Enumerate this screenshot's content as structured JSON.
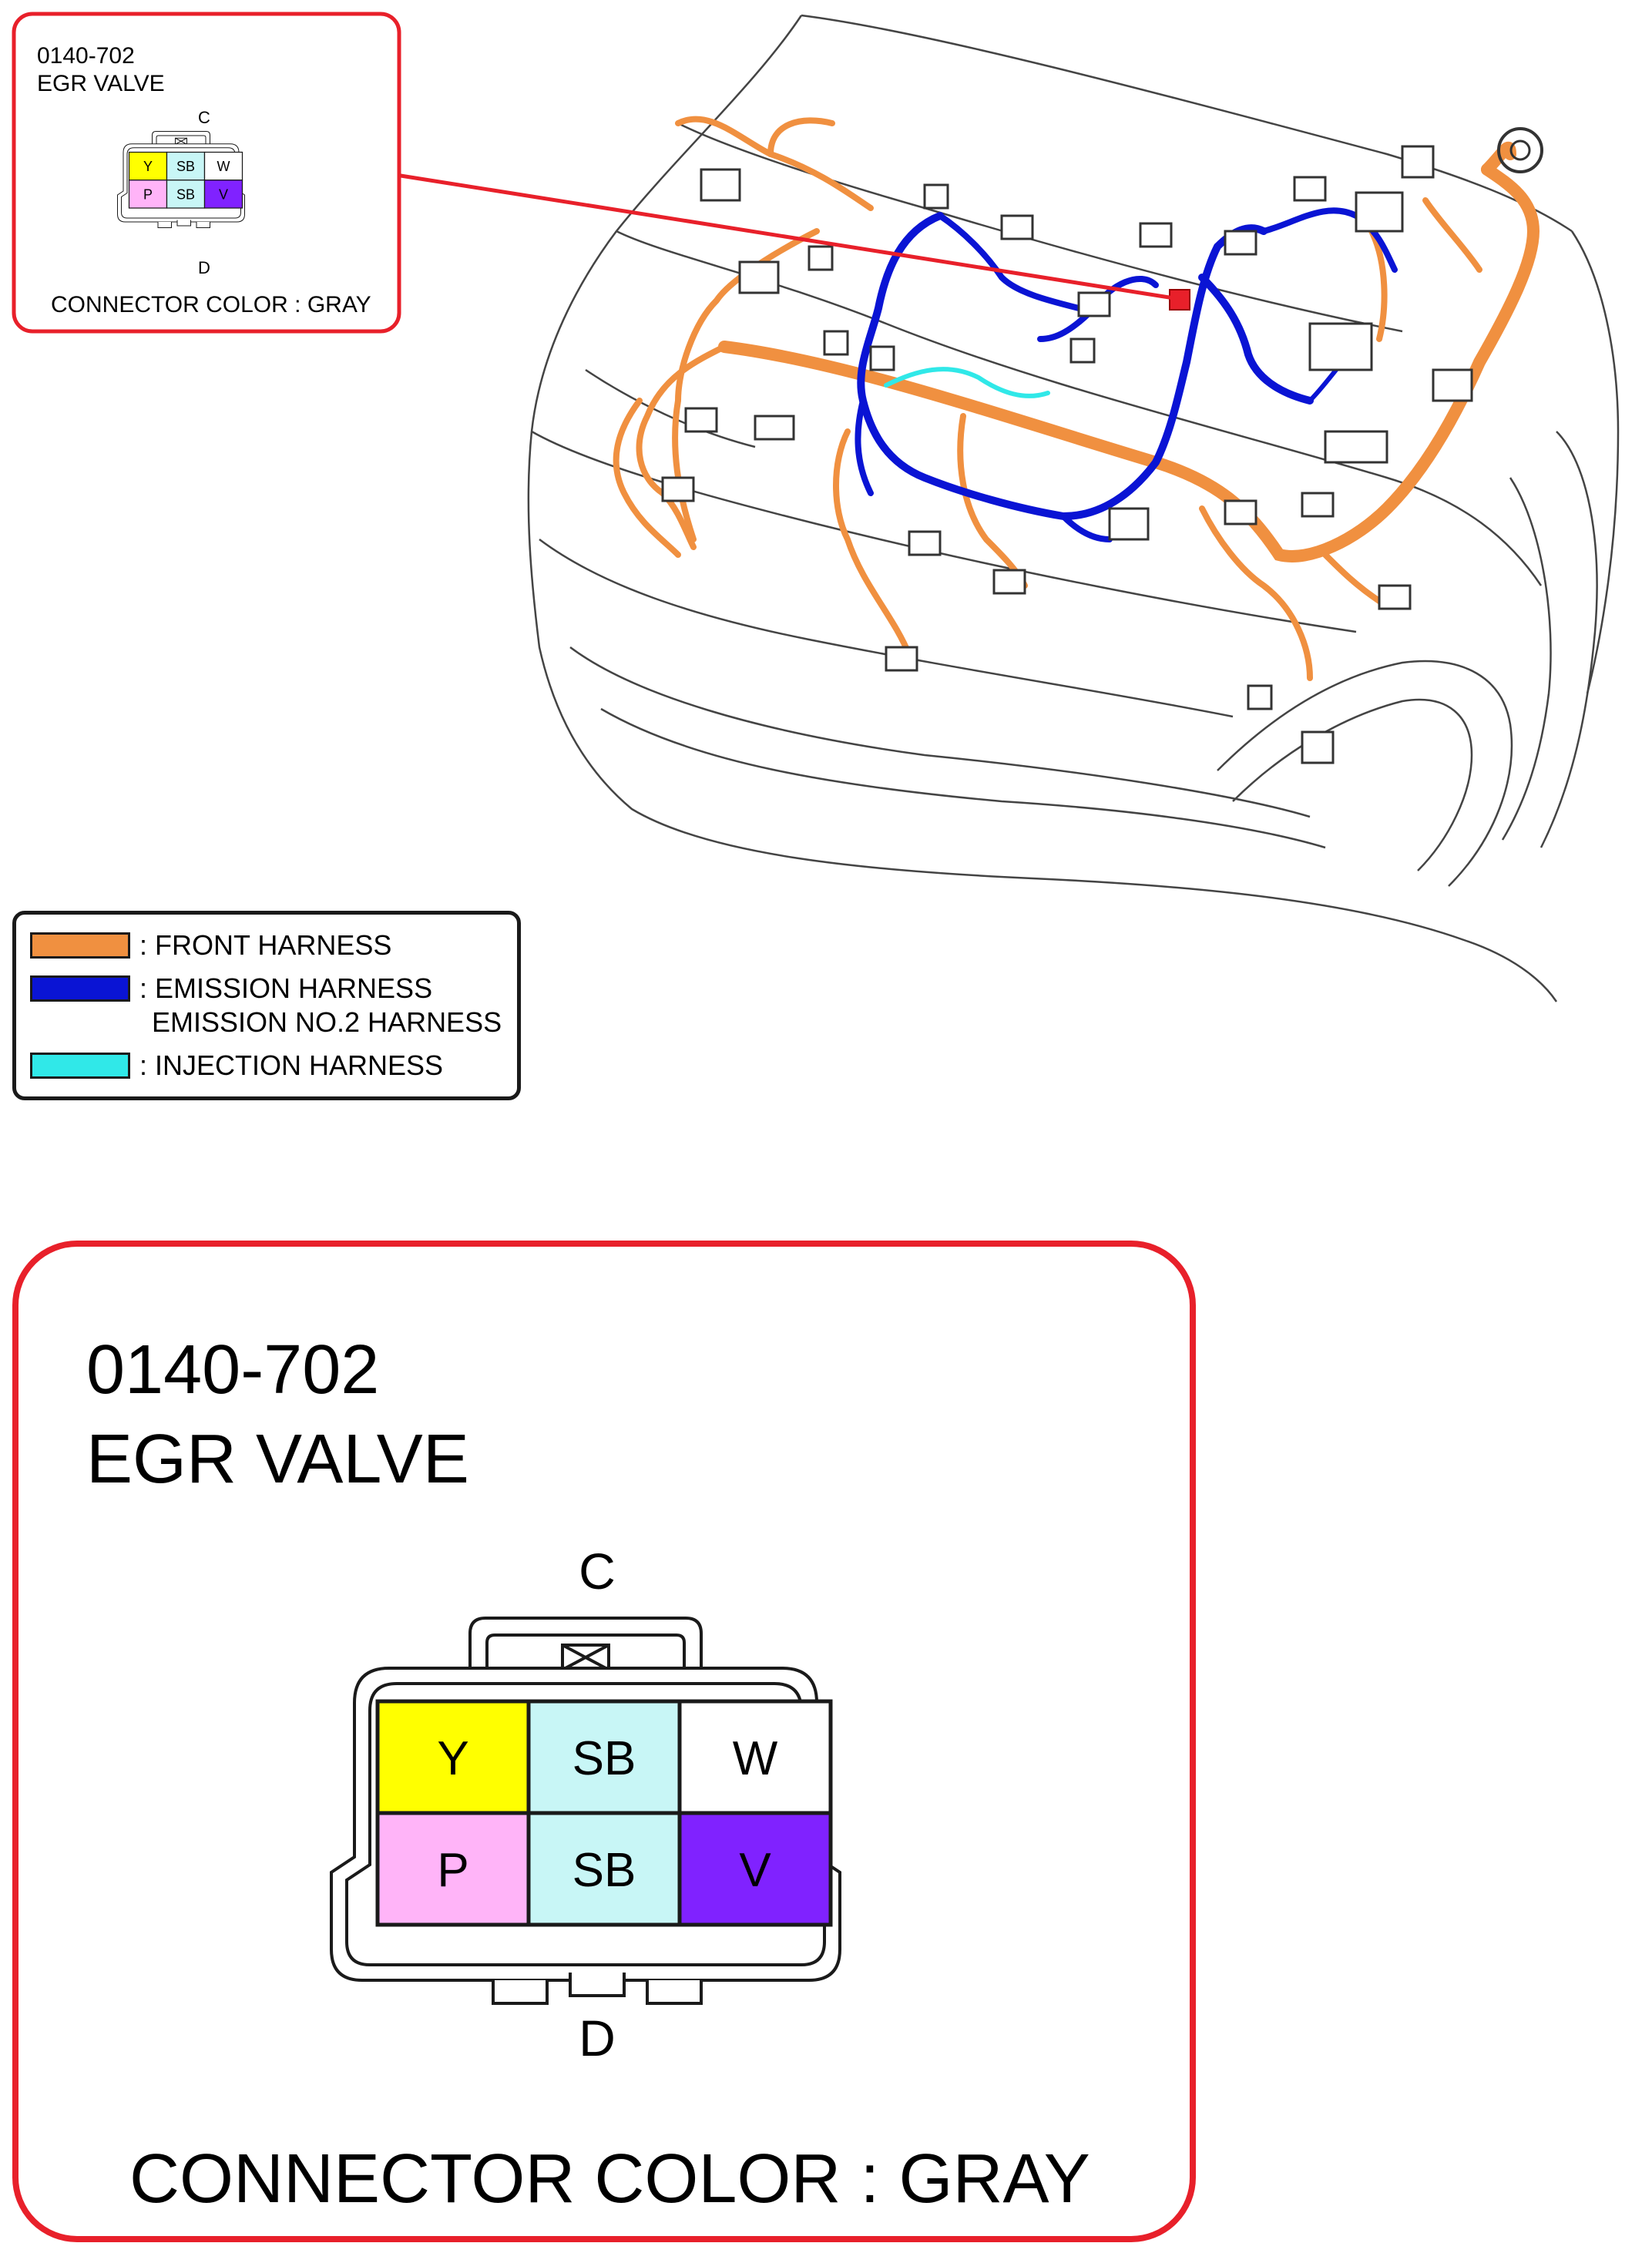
{
  "connector": {
    "code": "0140-702",
    "name": "EGR VALVE",
    "top_label": "C",
    "bottom_label": "D",
    "color_text": "CONNECTOR COLOR : GRAY",
    "pins": [
      {
        "label": "Y",
        "fill": "#FFFF00"
      },
      {
        "label": "SB",
        "fill": "#C8F6F6"
      },
      {
        "label": "W",
        "fill": "#FFFFFF"
      },
      {
        "label": "P",
        "fill": "#FFB4F8"
      },
      {
        "label": "SB",
        "fill": "#C8F6F6"
      },
      {
        "label": "V",
        "fill": "#8022FF"
      }
    ]
  },
  "legend": {
    "items": [
      {
        "label": ": FRONT HARNESS",
        "color": "#F09040"
      },
      {
        "label": ": EMISSION HARNESS",
        "label2": "EMISSION NO.2 HARNESS",
        "color": "#0A14D4"
      },
      {
        "label": ": INJECTION HARNESS",
        "color": "#30E8E8"
      }
    ]
  },
  "colors": {
    "callout_border": "#E8202A",
    "front_harness": "#F09040",
    "emission_harness": "#0A14D4",
    "injection_harness": "#30E8E8"
  }
}
